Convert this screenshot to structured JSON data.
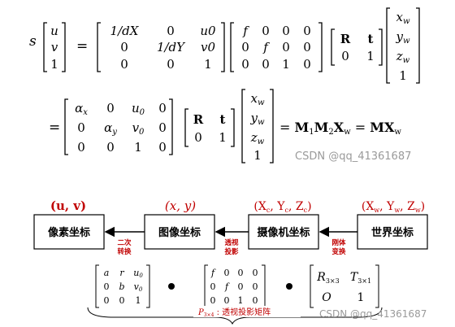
{
  "equation": {
    "lhs_scale": "s",
    "vec_uv1": [
      "u",
      "v",
      "1"
    ],
    "intrinsic": [
      [
        "1/dX",
        "0",
        "u0"
      ],
      [
        "0",
        "1/dY",
        "v0"
      ],
      [
        "0",
        "0",
        "1"
      ]
    ],
    "focal": [
      [
        "f",
        "0",
        "0",
        "0"
      ],
      [
        "0",
        "f",
        "0",
        "0"
      ],
      [
        "0",
        "0",
        "1",
        "0"
      ]
    ],
    "rt": [
      [
        "R",
        "t"
      ],
      [
        "0",
        "1"
      ]
    ],
    "world": [
      "xw",
      "yw",
      "zw",
      "1"
    ],
    "alpha": [
      [
        "αx",
        "0",
        "u0",
        "0"
      ],
      [
        "0",
        "αy",
        "v0",
        "0"
      ],
      [
        "0",
        "0",
        "1",
        "0"
      ]
    ],
    "result": "= M1M2Xw = MXw"
  },
  "watermark_top": "CSDN @qq_41361687",
  "watermark_bottom": "CSDN @qq_41361687",
  "diagram": {
    "coords": [
      "(u, v)",
      "(x, y)",
      "(Xc, Yc, Zc)",
      "(Xw, Yw, Zw)"
    ],
    "boxes": [
      "像素坐标",
      "图像坐标",
      "摄像机坐标",
      "世界坐标"
    ],
    "arrows": [
      {
        "line1": "二次",
        "line2": "转换"
      },
      {
        "line1": "透视",
        "line2": "投影"
      },
      {
        "line1": "刚体",
        "line2": "变换"
      }
    ],
    "mat_a": [
      [
        "a",
        "r",
        "u0"
      ],
      [
        "0",
        "b",
        "v0"
      ],
      [
        "0",
        "0",
        "1"
      ]
    ],
    "mat_b": [
      [
        "f",
        "0",
        "0",
        "0"
      ],
      [
        "0",
        "f",
        "0",
        "0"
      ],
      [
        "0",
        "0",
        "1",
        "0"
      ]
    ],
    "mat_c": [
      [
        "R3×3",
        "T3×1"
      ],
      [
        "O",
        "1"
      ]
    ],
    "brace_label": "P3×4 : 透视投影矩阵"
  },
  "colors": {
    "red": "#c00000",
    "box_fill": "#ffffff",
    "line": "#000000"
  }
}
